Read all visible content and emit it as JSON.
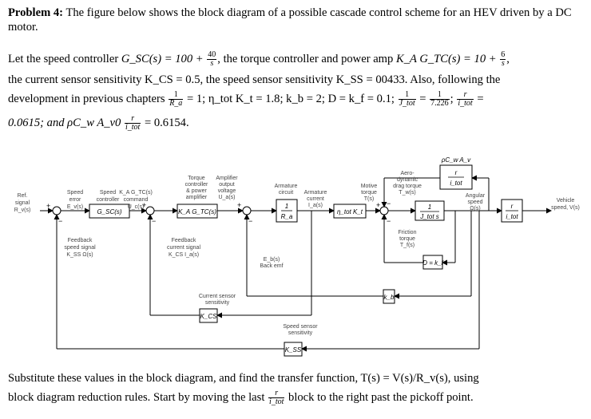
{
  "problem": {
    "title": "Problem 4:",
    "intro": "The figure below shows the block diagram of a possible cascade control scheme for an HEV driven by a DC motor.",
    "params": {
      "p1_a": "Let the speed controller ",
      "gsc": "G_SC(s) = 100 + ",
      "gsc_num": "40",
      "gsc_den": "s",
      "p1_b": ", the torque controller and power amp ",
      "gtc": "K_A G_TC(s) = 10 + ",
      "gtc_num": "6",
      "gtc_den": "s",
      "p1_c": ",",
      "line2": "the current sensor sensitivity K_CS = 0.5, the speed sensor sensitivity K_SS = 00433. Also, following the",
      "line3_a": "development in previous chapters ",
      "one": "1",
      "ra": "R_a",
      "line3_b": " = 1; η_tot K_t = 1.8; k_b = 2; D = k_f = 0.1; ",
      "jtot": "J_tot",
      "eq1": " = ",
      "v7226": "7.226",
      "semi": "; ",
      "r": "r",
      "itot": "i_tot",
      "eq2": " =",
      "line4_a": "0.0615; and ρC_w A_v0 ",
      "line4_b": " = 0.6154."
    },
    "footer": {
      "line1": "Substitute these values in the block diagram, and find the transfer function, T(s) = V(s)/R_v(s), using",
      "line2_a": "block diagram reduction rules. Start by moving the last ",
      "r": "r",
      "itot": "i_tot",
      "line2_b": " block to the right past the pickoff point."
    }
  },
  "diagram": {
    "ref_signal": [
      "Ref.",
      "signal",
      "R_v(s)"
    ],
    "speed_error": [
      "Speed",
      "error",
      "E_v(s)"
    ],
    "speed_controller_cmd": [
      "Speed",
      "controller",
      "command",
      "U_c(s)"
    ],
    "ka_gtc_label": "K_A G_TC(s)",
    "gsc_block": "G_SC(s)",
    "torque_ctrl": [
      "Torque",
      "controller",
      "& power",
      "amplifier"
    ],
    "amp_output": [
      "Amplifier",
      "output",
      "voltage",
      "U_a(s)"
    ],
    "ka_gtc_block": "K_A G_TC(s)",
    "armature_circuit": [
      "Armature",
      "circuit"
    ],
    "armature_current": [
      "Armature",
      "current",
      "I_a(s)"
    ],
    "arm_block_num": "1",
    "arm_block_den": "R_a",
    "motive_torque": [
      "Motive",
      "torque",
      "T(s)"
    ],
    "eta_block": "η_tot K_t",
    "aero_drag": [
      "Aero-",
      "dynamic",
      "drag torque",
      "T_w(s)"
    ],
    "inertia_num": "1",
    "inertia_den": "J_tot s",
    "angular_speed": [
      "Angular",
      "speed",
      "Ω(s)"
    ],
    "gear_num": "r",
    "gear_den": "i_tot",
    "vehicle_speed": [
      "Vehicle",
      "speed, V(s)"
    ],
    "feedback_speed": [
      "Feedback",
      "speed signal",
      "K_SS Ω(s)"
    ],
    "feedback_current": [
      "Feedback",
      "current signal",
      "K_CS I_a(s)"
    ],
    "back_emf": [
      "E_b(s)",
      "Back emf"
    ],
    "friction_torque": [
      "Friction",
      "torque",
      "T_f(s)"
    ],
    "friction_block": "D = k_f",
    "kb_block": "k_b",
    "current_sensor": [
      "Current sensor",
      "sensitivity"
    ],
    "kcs_block": "K_CS",
    "speed_sensor": [
      "Speed sensor",
      "sensitivity"
    ],
    "kss_block": "K_SS",
    "aero_block_top": "ρC_w A_v",
    "aero_block_num": "r",
    "aero_block_den": "i_tot"
  }
}
